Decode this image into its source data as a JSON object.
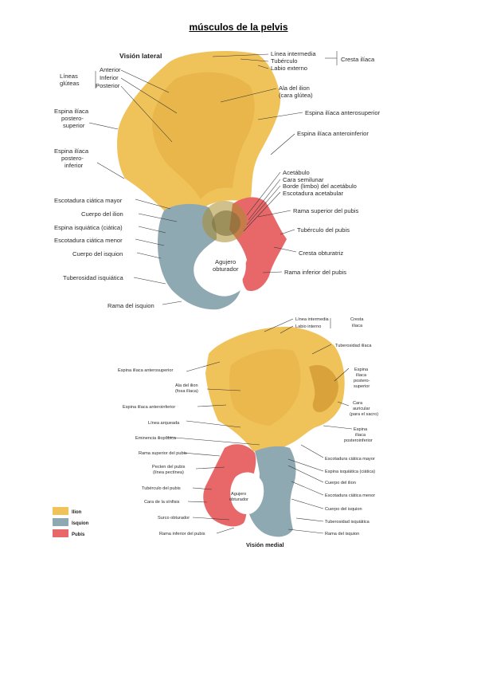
{
  "document": {
    "title": "músculos de la pelvis",
    "bullet": "•"
  },
  "colors": {
    "ilion": "#f0c25a",
    "isquion": "#8fa9b3",
    "pubis": "#e8686a",
    "background": "#ffffff"
  },
  "lateral": {
    "heading": "Visión lateral",
    "labels": {
      "linea_intermedia": "Línea intermedia",
      "tuberculo": "Tubérculo",
      "labio_externo": "Labio externo",
      "cresta_iliaca": "Cresta ilíaca",
      "lineas_gluteas_1": "Líneas",
      "lineas_gluteas_2": "glúteas",
      "anterior": "Anterior",
      "inferior": "Inferior",
      "posterior": "Posterior",
      "ala_ilion_1": "Ala del ilion",
      "ala_ilion_2": "(cara glútea)",
      "espina_antsup": "Espina ilíaca anterosuperior",
      "espina_postsup_1": "Espina ilíaca",
      "espina_postsup_2": "postero-",
      "espina_postsup_3": "superior",
      "espina_antinf": "Espina ilíaca anteroinferior",
      "espina_postinf_1": "Espina ilíaca",
      "espina_postinf_2": "postero-",
      "espina_postinf_3": "inferior",
      "acetabulo": "Acetábulo",
      "cara_semilunar": "Cara semilunar",
      "borde_limbo": "Borde (limbo) del acetábulo",
      "escotadura_acetabular": "Escotadura acetabular",
      "escotadura_ciatica_mayor": "Escotadura ciática mayor",
      "rama_superior_pubis": "Rama superior del pubis",
      "cuerpo_ilion": "Cuerpo del ilion",
      "tuberculo_pubis": "Tubérculo del pubis",
      "espina_isquiatica": "Espina isquiática (ciática)",
      "escotadura_ciatica_menor": "Escotadura ciática menor",
      "cresta_obturatriz": "Cresta obturatriz",
      "cuerpo_isquion": "Cuerpo del isquion",
      "agujero_1": "Agujero",
      "agujero_2": "obturador",
      "rama_inferior_pubis": "Rama inferior del pubis",
      "tuberosidad_isquiatica": "Tuberosidad isquiática",
      "rama_isquion": "Rama del isquion"
    }
  },
  "medial": {
    "heading": "Visión medial",
    "labels": {
      "linea_intermedia": "Línea intermedia",
      "labio_interno": "Labio interno",
      "cresta_1": "Cresta",
      "cresta_2": "ilíaca",
      "tuberosidad_iliaca": "Tuberosidad ilíaca",
      "espina_antsup": "Espina ilíaca anterosuperior",
      "espina_postsup_1": "Espina",
      "espina_postsup_2": "ilíaca",
      "espina_postsup_3": "postero-",
      "espina_postsup_4": "superior",
      "ala_ilion_1": "Ala del ilion",
      "ala_ilion_2": "(fosa ilíaca)",
      "cara_auricular_1": "Cara",
      "cara_auricular_2": "auricular",
      "cara_auricular_3": "(para el sacro)",
      "espina_antinf": "Espina ilíaca anteroinferior",
      "linea_arqueada": "Línea arqueada",
      "espina_postinf_1": "Espina",
      "espina_postinf_2": "ilíaca",
      "espina_postinf_3": "posteroinferior",
      "eminencia": "Eminencia iliopúbica",
      "escotadura_ciatica_mayor": "Escotadura ciática mayor",
      "rama_superior_pubis": "Rama superior del pubis",
      "espina_isquiatica": "Espina isquiática (ciática)",
      "pecten_1": "Pecten del pubis",
      "pecten_2": "(línea pectínea)",
      "cuerpo_ilion": "Cuerpo del ilion",
      "escotadura_ciatica_menor": "Escotadura ciática menor",
      "tuberculo_pubis": "Tubérculo del pubis",
      "agujero_1": "Agujero",
      "agujero_2": "obturador",
      "cara_sinfisis": "Cara de la sínfisis",
      "cuerpo_isquion": "Cuerpo del isquion",
      "surco_obturador": "Surco obturador",
      "tuberosidad_isquiatica": "Tuberosidad isquiática",
      "rama_inferior_pubis": "Rama inferior del pubis",
      "rama_isquion": "Rama del isquion"
    }
  },
  "legend": {
    "ilion": "Ilion",
    "isquion": "Isquion",
    "pubis": "Pubis"
  }
}
